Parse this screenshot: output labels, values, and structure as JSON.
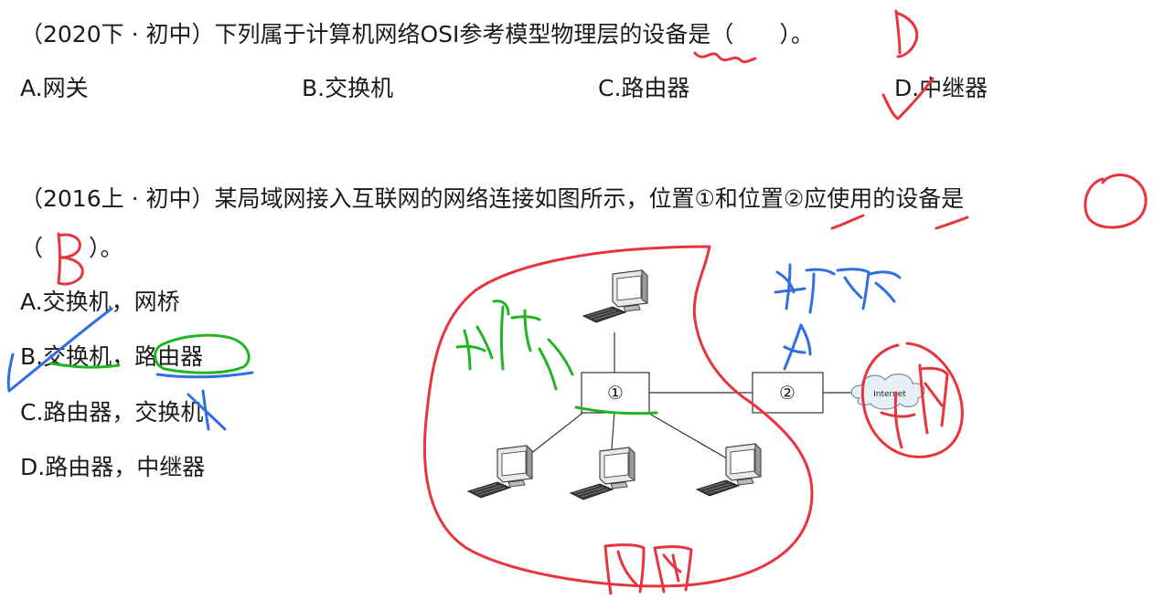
{
  "q1": {
    "stem": "（2020下 · 初中）下列属于计算机网络OSI参考模型物理层的设备是（　　）。",
    "options": [
      "A.网关",
      "B.交换机",
      "C.路由器",
      "D.中继器"
    ],
    "handwritten_answer": "D"
  },
  "q2": {
    "stem_line1": "（2016上 · 初中）某局域网接入互联网的网络连接如图所示，位置①和位置②应使用的设备是",
    "stem_line2": "（　　）。",
    "options": [
      "A.交换机，网桥",
      "B.交换机，路由器",
      "C.路由器，交换机",
      "D.路由器，中继器"
    ],
    "handwritten_answer": "B"
  },
  "diagram": {
    "node1_label": "①",
    "node2_label": "②",
    "cloud_label": "Internet"
  },
  "colors": {
    "red_ink": "#e8343f",
    "blue_ink": "#2f6fe0",
    "green_ink": "#22b522",
    "text": "#1a1a1a"
  }
}
